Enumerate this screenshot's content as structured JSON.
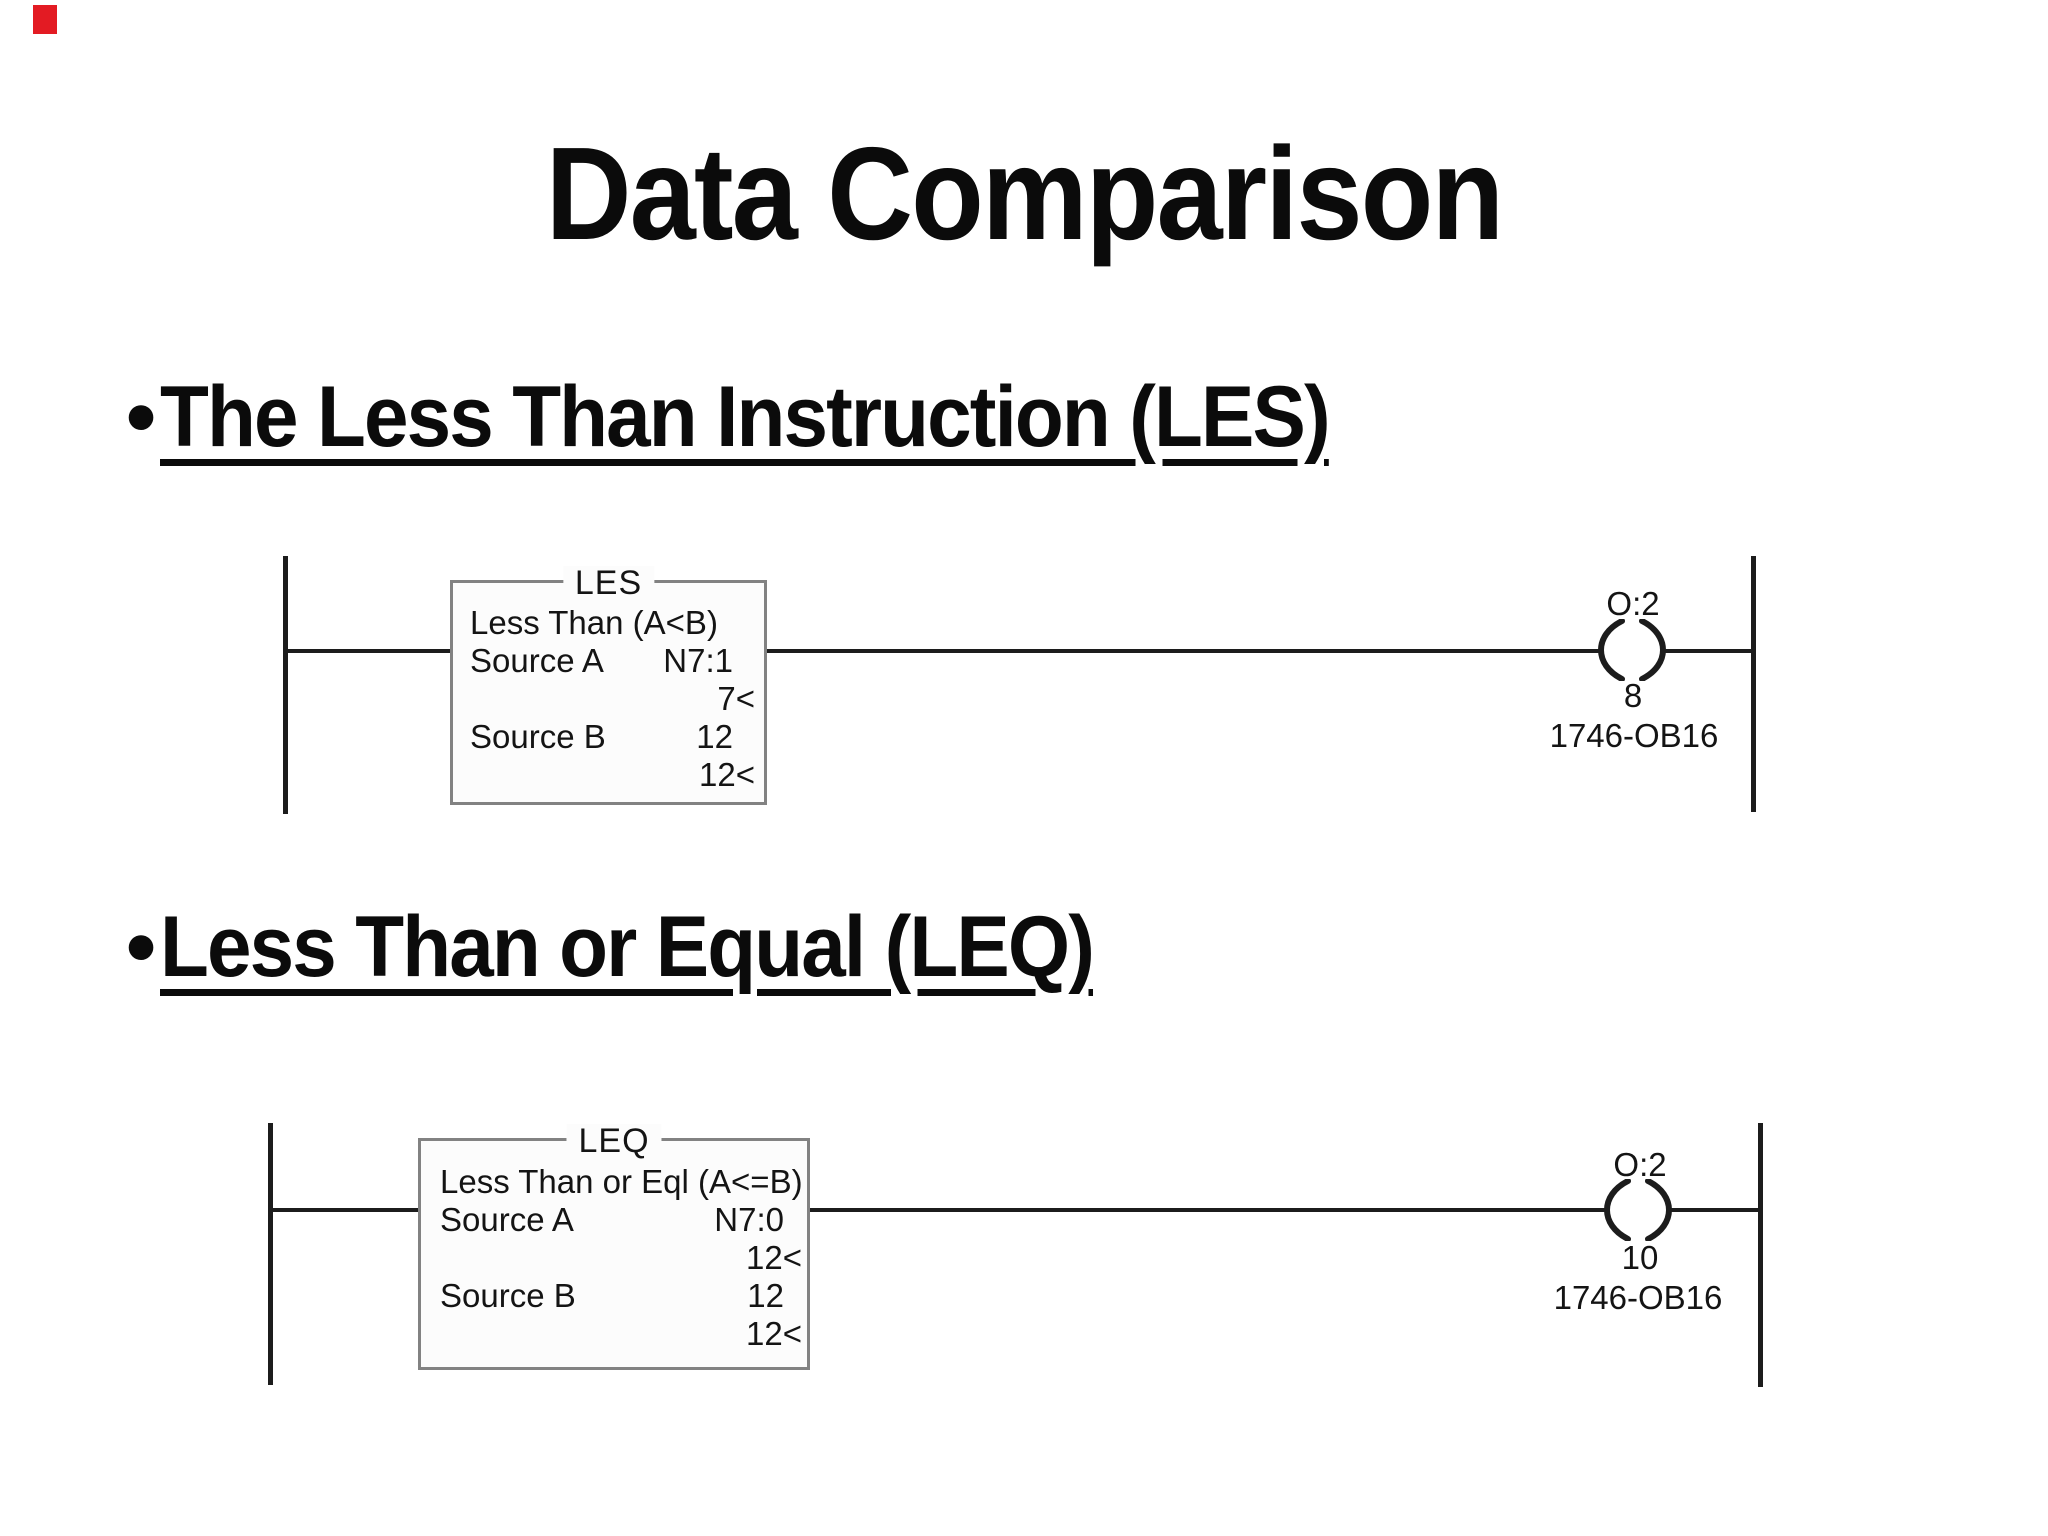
{
  "slide": {
    "title": "Data Comparison",
    "corner_mark_color": "#e31b23",
    "bullets": [
      {
        "marker": "•",
        "label": "The Less Than Instruction (LES)"
      },
      {
        "marker": "•",
        "label": "Less Than or Equal (LEQ)"
      }
    ]
  },
  "diagrams": [
    {
      "instruction": "LES",
      "description": "Less Than (A<B)",
      "rows": [
        {
          "label": "Source A",
          "value": "N7:1"
        },
        {
          "label": "",
          "value": "7<"
        },
        {
          "label": "Source B",
          "value": "12"
        },
        {
          "label": "",
          "value": "12<"
        }
      ],
      "coil": {
        "address": "O:2",
        "bit": "8",
        "module": "1746-OB16"
      }
    },
    {
      "instruction": "LEQ",
      "description": "Less Than or Eql (A<=B)",
      "rows": [
        {
          "label": "Source A",
          "value": "N7:0"
        },
        {
          "label": "",
          "value": "12<"
        },
        {
          "label": "Source B",
          "value": "12"
        },
        {
          "label": "",
          "value": "12<"
        }
      ],
      "coil": {
        "address": "O:2",
        "bit": "10",
        "module": "1746-OB16"
      }
    }
  ]
}
